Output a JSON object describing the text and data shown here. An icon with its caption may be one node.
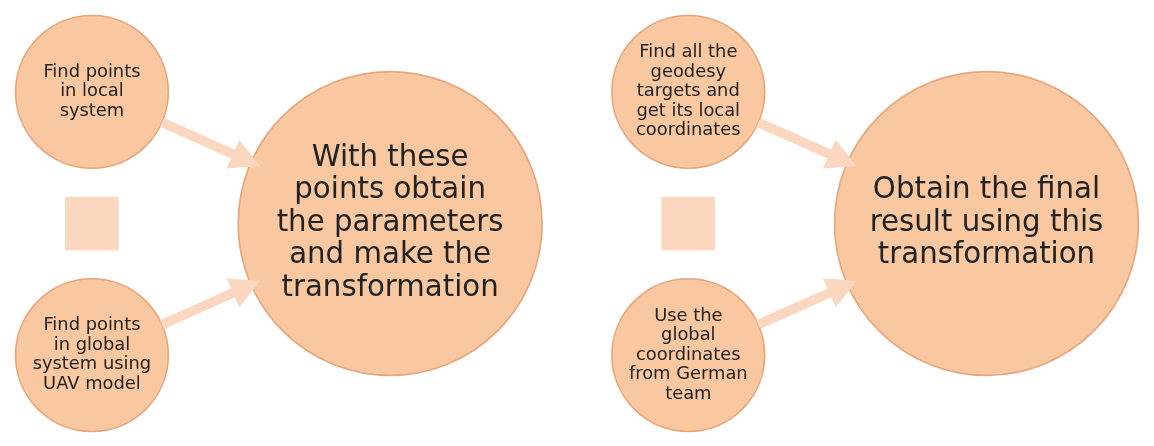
{
  "diagram": {
    "nodes": [
      {
        "text": [
          "Find points in local system"
        ]
      },
      {
        "text": [],
        "shape": "plus"
      },
      {
        "text": [
          "Find points in global system using UAV model"
        ]
      },
      {
        "text": [
          "With these points obtain the parameters and make the transformation"
        ]
      },
      {
        "text": [
          "Find all the geodesy targets and get its local coordinates"
        ]
      },
      {
        "text": [],
        "shape": "plus"
      },
      {
        "text": [
          "Use the global coordinates from German team"
        ]
      },
      {
        "text": [
          "Obtain the final result using this transformation"
        ]
      }
    ],
    "edges": [
      {
        "from": 0,
        "to": 3,
        "arrow": "to"
      },
      {
        "from": 2,
        "to": 3,
        "arrow": "to"
      },
      {
        "from": 4,
        "to": 7,
        "arrow": "to"
      },
      {
        "from": 6,
        "to": 7,
        "arrow": "to"
      }
    ]
  }
}
